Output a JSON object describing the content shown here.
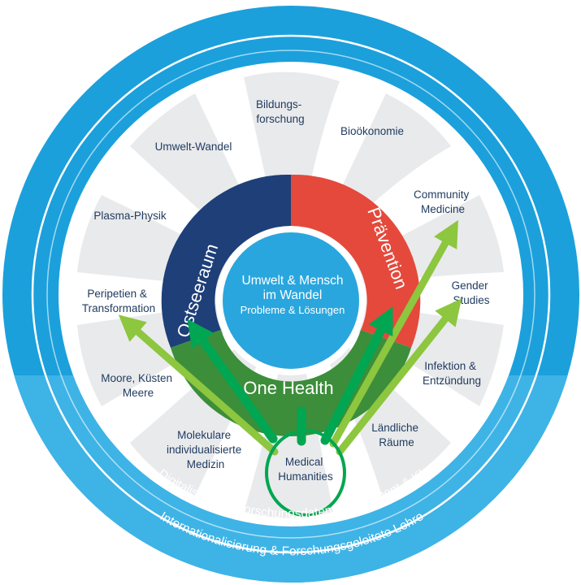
{
  "center": {
    "line1": "Umwelt & Mensch",
    "line2": "im Wandel",
    "line3": "Probleme & Lösungen"
  },
  "segments": {
    "left": "Ostseeraum",
    "right": "Prävention",
    "bottom": "One Health"
  },
  "topics": [
    {
      "id": "bildung",
      "lines": [
        "Bildungs-",
        "forschung"
      ]
    },
    {
      "id": "biooekonomie",
      "lines": [
        "Bioökonomie"
      ]
    },
    {
      "id": "community",
      "lines": [
        "Community",
        "Medicine"
      ]
    },
    {
      "id": "gender",
      "lines": [
        "Gender",
        "Studies"
      ]
    },
    {
      "id": "infektion",
      "lines": [
        "Infektion &",
        "Entzündung"
      ]
    },
    {
      "id": "laendliche",
      "lines": [
        "Ländliche",
        "Räume"
      ]
    },
    {
      "id": "medical",
      "lines": [
        "Medical",
        "Humanities"
      ]
    },
    {
      "id": "molekulare",
      "lines": [
        "Molekulare",
        "individualisierte",
        "Medizin"
      ]
    },
    {
      "id": "moore",
      "lines": [
        "Moore, Küsten",
        "Meere"
      ]
    },
    {
      "id": "peripetien",
      "lines": [
        "Peripetien &",
        "Transformation"
      ]
    },
    {
      "id": "plasma",
      "lines": [
        "Plasma-Physik"
      ]
    },
    {
      "id": "umweltwandel",
      "lines": [
        "Umwelt-Wandel"
      ]
    }
  ],
  "bands": {
    "inner": "Digitalisierung, Forschungsdatenmanagement & KI",
    "outer": "Internationalisierung & Forschungsgeleitete Lehre"
  },
  "colors": {
    "ring_blue": "#1ba0dc",
    "ring_blue_lower": "#3eb3e6",
    "petal_gray": "#e9eaec",
    "ostseeraum_navy": "#1e3f78",
    "praevention_red": "#e4493b",
    "onehealth_green": "#3c8e3a",
    "core_blue": "#2aa6de",
    "arrow_green": "#8dc63f",
    "arrow_dark_green": "#00a651",
    "topic_text": "#1f3a5f"
  }
}
